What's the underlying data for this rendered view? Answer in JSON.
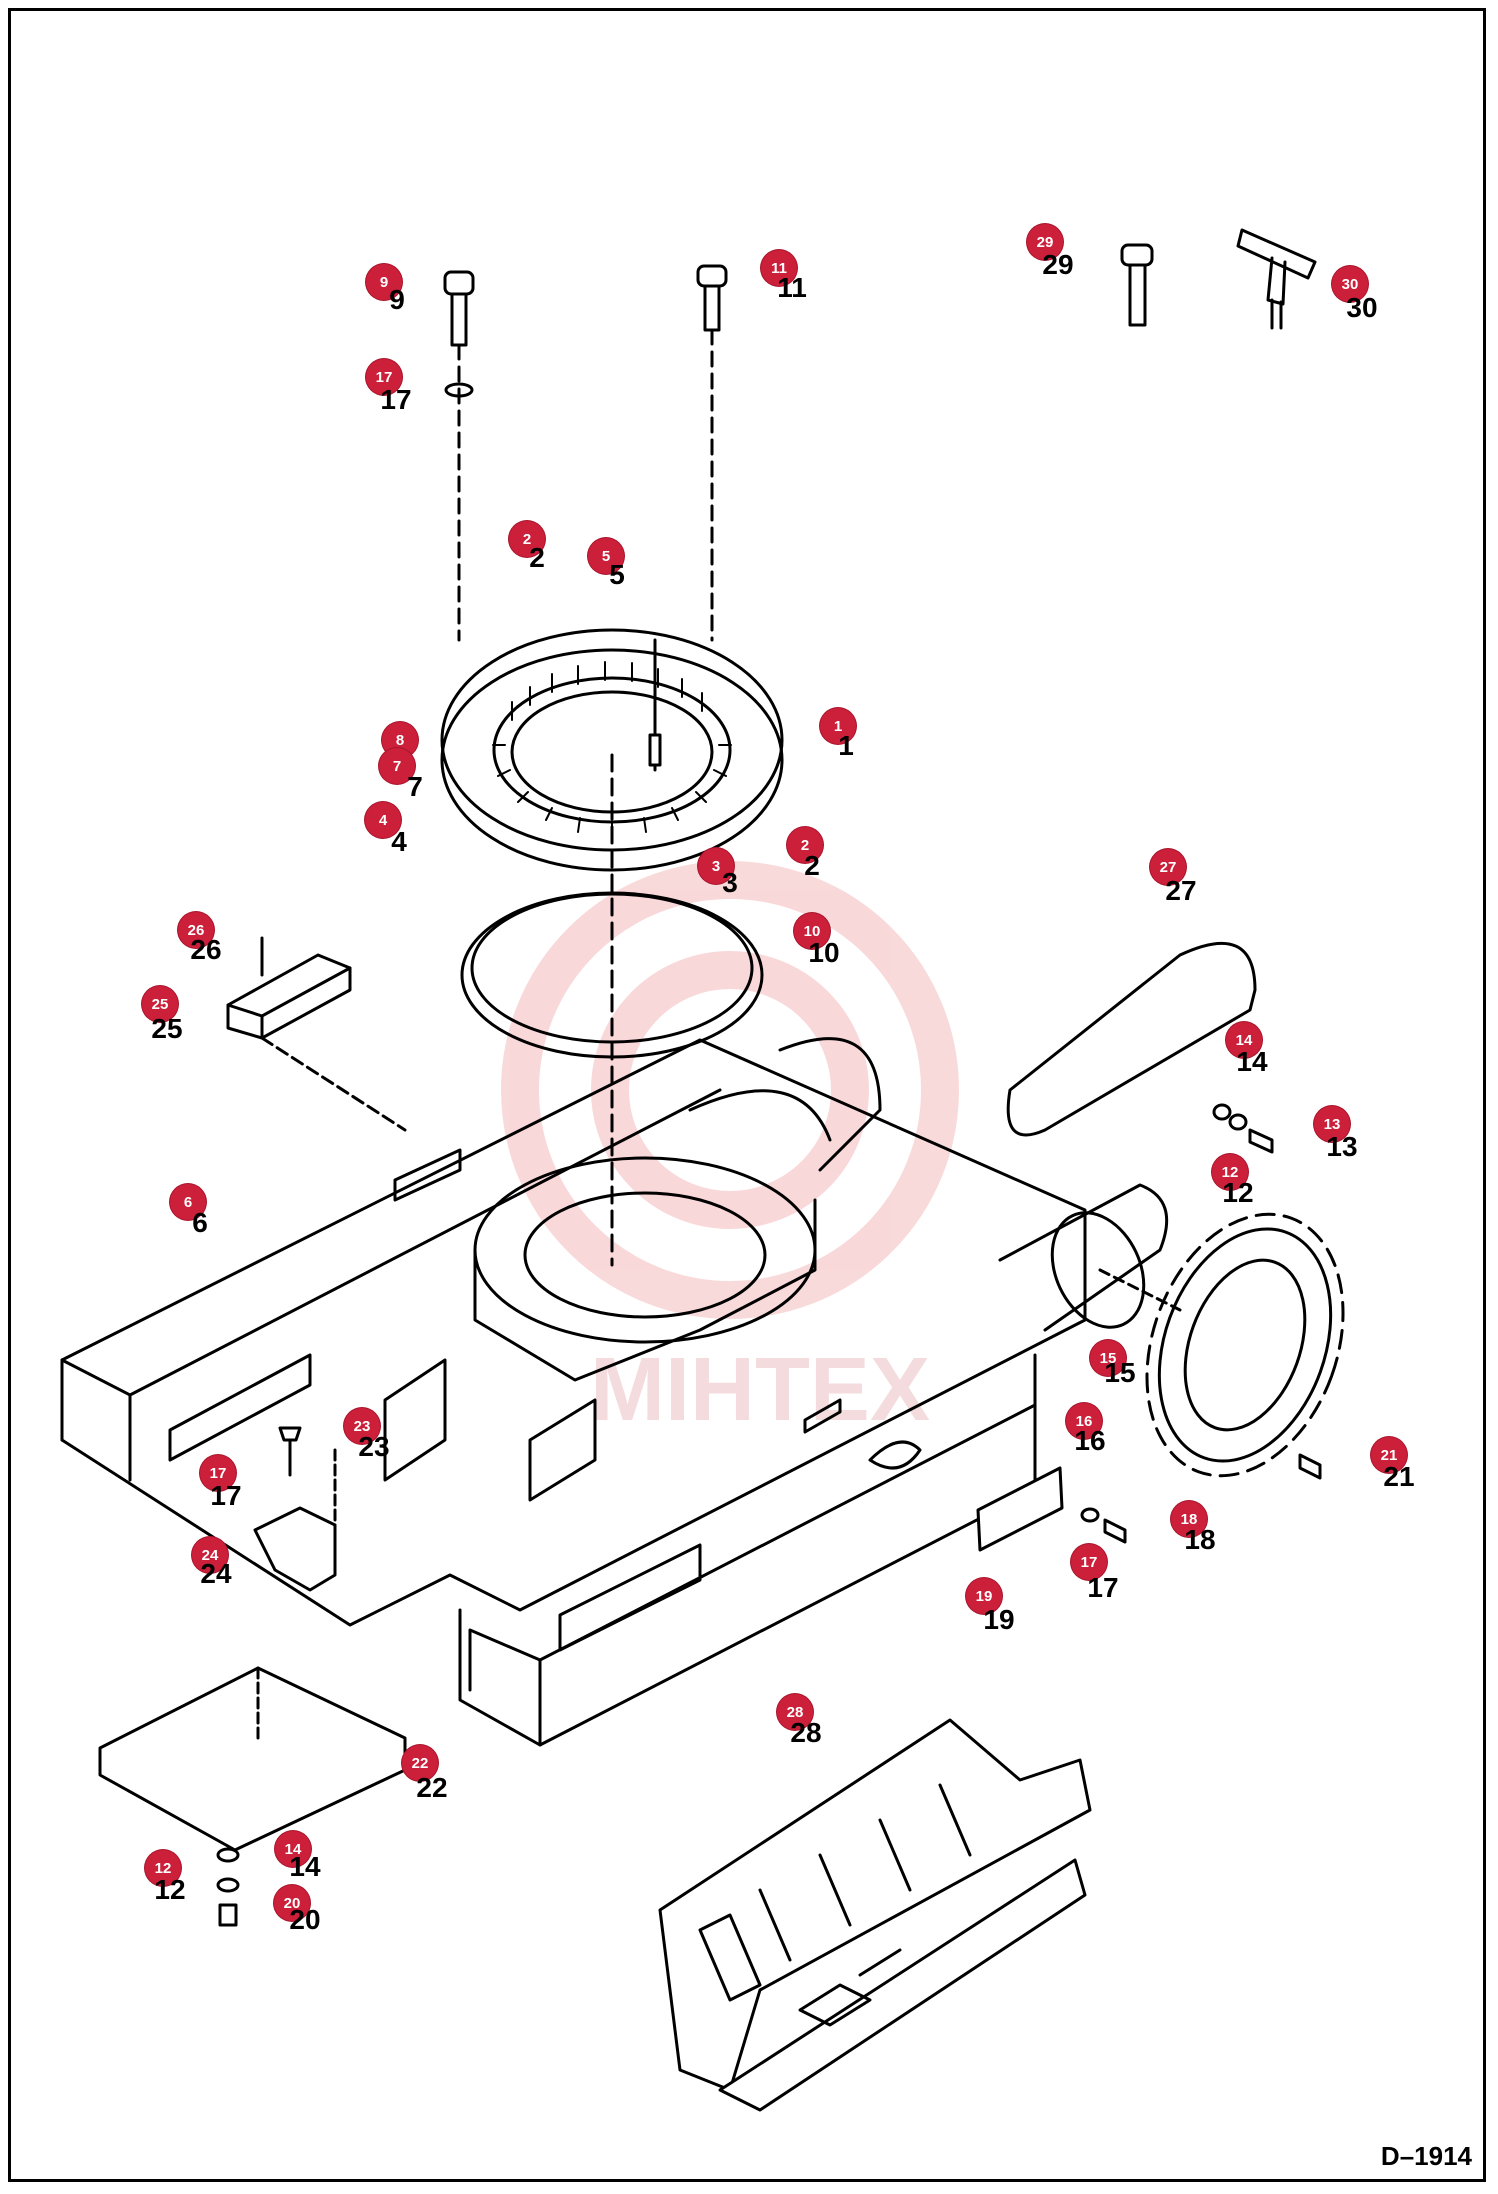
{
  "drawing_code": "D–1914",
  "watermark_text": "MIHTEX",
  "callouts": [
    {
      "id": "9",
      "label": "9"
    },
    {
      "id": "11",
      "label": "11"
    },
    {
      "id": "29",
      "label": "29"
    },
    {
      "id": "30",
      "label": "30"
    },
    {
      "id": "17a",
      "label": "17"
    },
    {
      "id": "2a",
      "label": "2"
    },
    {
      "id": "5",
      "label": "5"
    },
    {
      "id": "1",
      "label": "1"
    },
    {
      "id": "8",
      "label": "8"
    },
    {
      "id": "7",
      "label": "7"
    },
    {
      "id": "4",
      "label": "4"
    },
    {
      "id": "2b",
      "label": "2"
    },
    {
      "id": "3",
      "label": "3"
    },
    {
      "id": "27",
      "label": "27"
    },
    {
      "id": "26",
      "label": "26"
    },
    {
      "id": "10",
      "label": "10"
    },
    {
      "id": "25",
      "label": "25"
    },
    {
      "id": "14a",
      "label": "14"
    },
    {
      "id": "13",
      "label": "13"
    },
    {
      "id": "12a",
      "label": "12"
    },
    {
      "id": "6",
      "label": "6"
    },
    {
      "id": "15",
      "label": "15"
    },
    {
      "id": "23",
      "label": "23"
    },
    {
      "id": "16",
      "label": "16"
    },
    {
      "id": "21",
      "label": "21"
    },
    {
      "id": "17b",
      "label": "17"
    },
    {
      "id": "18",
      "label": "18"
    },
    {
      "id": "24",
      "label": "24"
    },
    {
      "id": "17c",
      "label": "17"
    },
    {
      "id": "19",
      "label": "19"
    },
    {
      "id": "28",
      "label": "28"
    },
    {
      "id": "22",
      "label": "22"
    },
    {
      "id": "14b",
      "label": "14"
    },
    {
      "id": "12b",
      "label": "12"
    },
    {
      "id": "20",
      "label": "20"
    }
  ],
  "part_labels": [
    {
      "id": "9",
      "text": "9"
    },
    {
      "id": "11",
      "text": "11"
    },
    {
      "id": "29",
      "text": "29"
    },
    {
      "id": "30",
      "text": "30"
    },
    {
      "id": "17a",
      "text": "17"
    },
    {
      "id": "2a",
      "text": "2"
    },
    {
      "id": "5",
      "text": "5"
    },
    {
      "id": "1",
      "text": "1"
    },
    {
      "id": "7",
      "text": "7"
    },
    {
      "id": "4",
      "text": "4"
    },
    {
      "id": "3",
      "text": "3"
    },
    {
      "id": "2b",
      "text": "2"
    },
    {
      "id": "27",
      "text": "27"
    },
    {
      "id": "26",
      "text": "26"
    },
    {
      "id": "10",
      "text": "10"
    },
    {
      "id": "25",
      "text": "25"
    },
    {
      "id": "14a",
      "text": "14"
    },
    {
      "id": "13",
      "text": "13"
    },
    {
      "id": "12a",
      "text": "12"
    },
    {
      "id": "6",
      "text": "6"
    },
    {
      "id": "15",
      "text": "15"
    },
    {
      "id": "23",
      "text": "23"
    },
    {
      "id": "16",
      "text": "16"
    },
    {
      "id": "21",
      "text": "21"
    },
    {
      "id": "17b",
      "text": "17"
    },
    {
      "id": "18",
      "text": "18"
    },
    {
      "id": "24",
      "text": "24"
    },
    {
      "id": "17c",
      "text": "17"
    },
    {
      "id": "19",
      "text": "19"
    },
    {
      "id": "28",
      "text": "28"
    },
    {
      "id": "22",
      "text": "22"
    },
    {
      "id": "14b",
      "text": "14"
    },
    {
      "id": "12b",
      "text": "12"
    },
    {
      "id": "20",
      "text": "20"
    }
  ]
}
